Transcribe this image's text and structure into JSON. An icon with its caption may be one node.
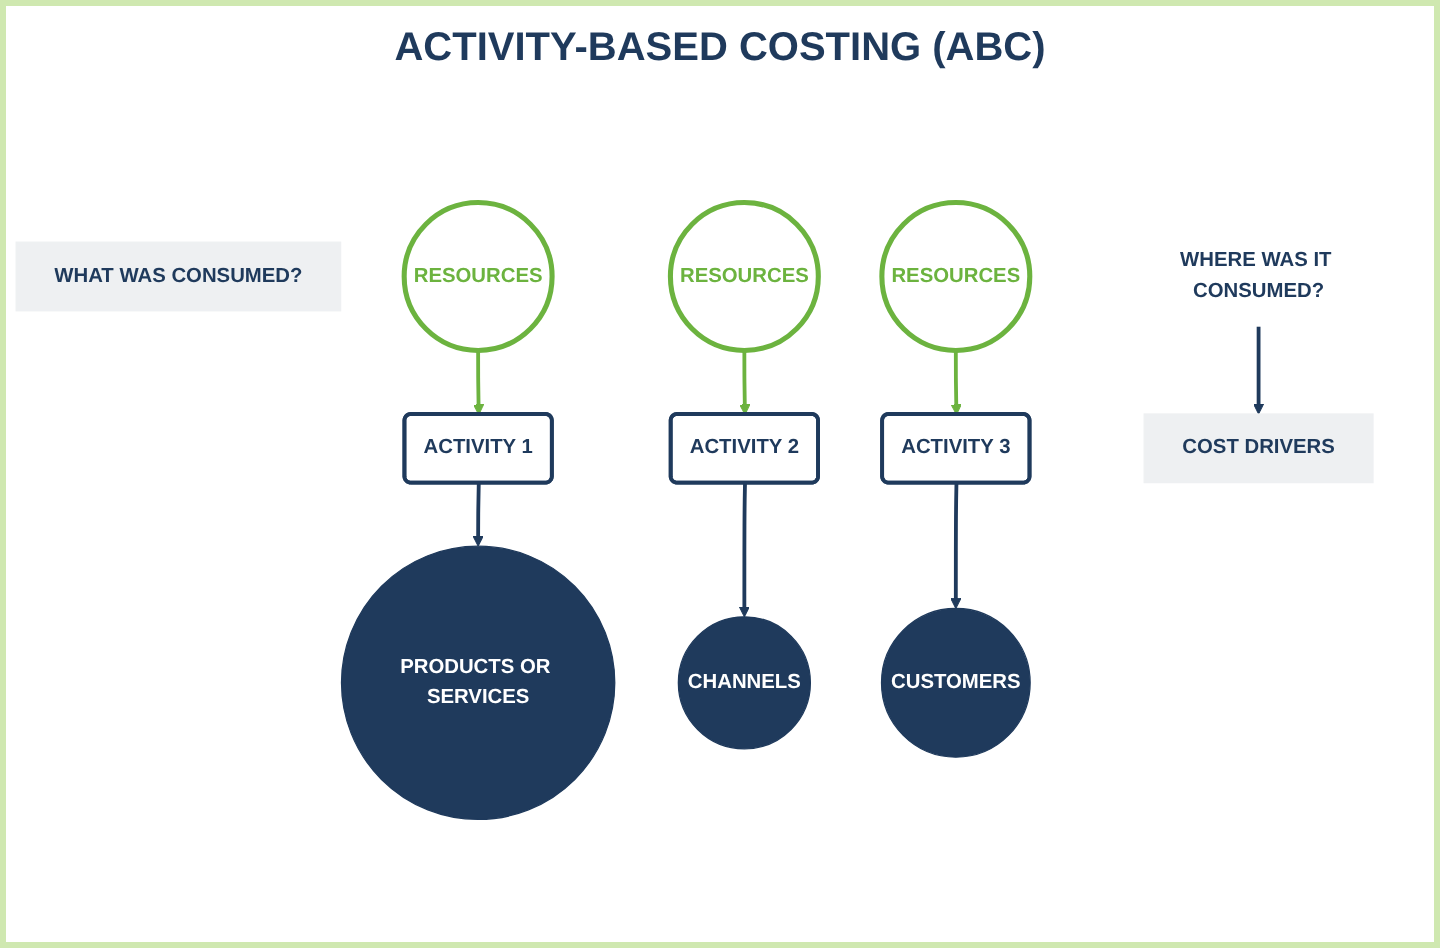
{
  "diagram": {
    "title": "ACTIVITY-BASED COSTING (ABC)",
    "nodes": [
      {
        "text": [
          "WHAT WAS CONSUMED?"
        ]
      },
      {
        "text": [
          "RESOURCES"
        ]
      },
      {
        "text": [
          "RESOURCES"
        ]
      },
      {
        "text": [
          "RESOURCES"
        ]
      },
      {
        "text": [
          "ACTIVITY 1"
        ]
      },
      {
        "text": [
          "ACTIVITY 2"
        ]
      },
      {
        "text": [
          "ACTIVITY 3"
        ]
      },
      {
        "text": [
          "WHERE WAS IT CONSUMED?"
        ]
      },
      {
        "text": [
          "COST DRIVERS"
        ]
      },
      {
        "text": [
          "PRODUCTS OR SERVICES"
        ]
      },
      {
        "text": [
          "CHANNELS"
        ]
      },
      {
        "text": [
          "CUSTOMERS"
        ]
      }
    ],
    "edges": [
      {
        "from": 1,
        "to": 4,
        "arrow": "to",
        "color": "#6cb33f"
      },
      {
        "from": 2,
        "to": 5,
        "arrow": "to",
        "color": "#6cb33f"
      },
      {
        "from": 3,
        "to": 6,
        "arrow": "to",
        "color": "#6cb33f"
      },
      {
        "from": 4,
        "to": 9,
        "arrow": "to"
      },
      {
        "from": 5,
        "to": 10,
        "arrow": "to"
      },
      {
        "from": 6,
        "to": 11,
        "arrow": "to"
      },
      {
        "from": 7,
        "to": 8,
        "arrow": "to"
      }
    ]
  }
}
